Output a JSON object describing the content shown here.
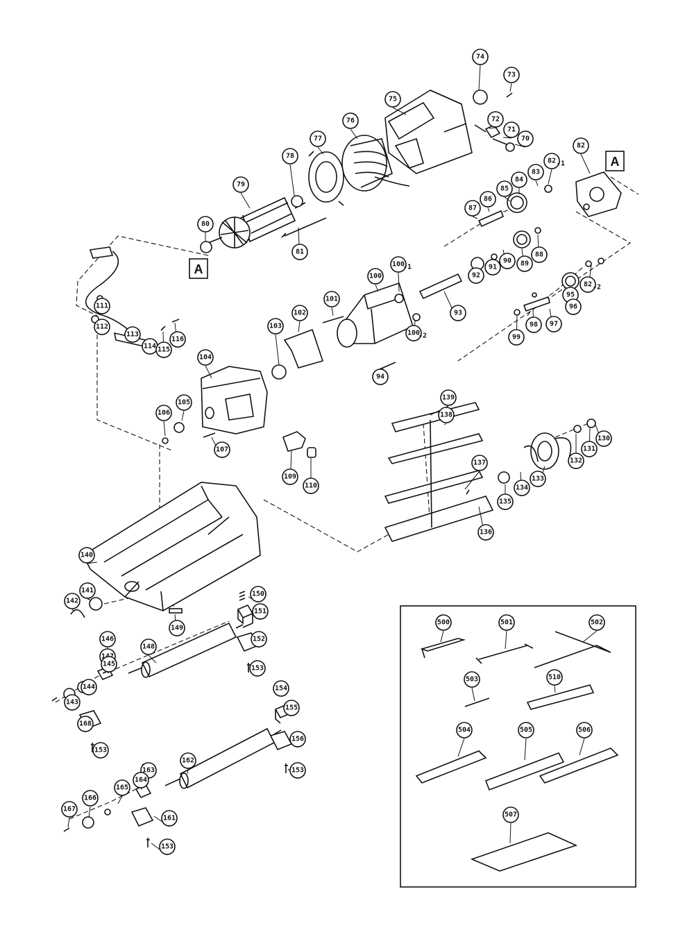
{
  "diagram": {
    "ref_marker": "A",
    "callouts": [
      {
        "num": "74"
      },
      {
        "num": "73"
      },
      {
        "num": "75"
      },
      {
        "num": "76"
      },
      {
        "num": "72"
      },
      {
        "num": "71"
      },
      {
        "num": "70"
      },
      {
        "num": "77"
      },
      {
        "num": "78"
      },
      {
        "num": "79"
      },
      {
        "num": "80"
      },
      {
        "num": "81"
      },
      {
        "num": "82"
      },
      {
        "num": "83"
      },
      {
        "num": "82",
        "suffix": "-1"
      },
      {
        "num": "84"
      },
      {
        "num": "85"
      },
      {
        "num": "86"
      },
      {
        "num": "87"
      },
      {
        "num": "88"
      },
      {
        "num": "89"
      },
      {
        "num": "90"
      },
      {
        "num": "91"
      },
      {
        "num": "92"
      },
      {
        "num": "93"
      },
      {
        "num": "95"
      },
      {
        "num": "82",
        "suffix": "-2"
      },
      {
        "num": "96"
      },
      {
        "num": "97"
      },
      {
        "num": "98"
      },
      {
        "num": "99"
      },
      {
        "num": "100"
      },
      {
        "num": "100",
        "suffix": "-1"
      },
      {
        "num": "100",
        "suffix": "-2"
      },
      {
        "num": "101"
      },
      {
        "num": "102"
      },
      {
        "num": "103"
      },
      {
        "num": "94"
      },
      {
        "num": "104"
      },
      {
        "num": "105"
      },
      {
        "num": "106"
      },
      {
        "num": "107"
      },
      {
        "num": "109"
      },
      {
        "num": "110"
      },
      {
        "num": "111"
      },
      {
        "num": "112"
      },
      {
        "num": "113"
      },
      {
        "num": "114"
      },
      {
        "num": "115"
      },
      {
        "num": "116"
      },
      {
        "num": "139"
      },
      {
        "num": "138"
      },
      {
        "num": "137"
      },
      {
        "num": "136"
      },
      {
        "num": "135"
      },
      {
        "num": "134"
      },
      {
        "num": "133"
      },
      {
        "num": "132"
      },
      {
        "num": "131"
      },
      {
        "num": "130"
      },
      {
        "num": "140"
      },
      {
        "num": "141"
      },
      {
        "num": "142"
      },
      {
        "num": "149"
      },
      {
        "num": "150"
      },
      {
        "num": "151"
      },
      {
        "num": "152"
      },
      {
        "num": "153"
      },
      {
        "num": "146"
      },
      {
        "num": "147"
      },
      {
        "num": "148"
      },
      {
        "num": "145"
      },
      {
        "num": "144"
      },
      {
        "num": "143"
      },
      {
        "num": "168"
      },
      {
        "num": "153"
      },
      {
        "num": "154"
      },
      {
        "num": "155"
      },
      {
        "num": "156"
      },
      {
        "num": "153"
      },
      {
        "num": "163"
      },
      {
        "num": "162"
      },
      {
        "num": "164"
      },
      {
        "num": "165"
      },
      {
        "num": "166"
      },
      {
        "num": "167"
      },
      {
        "num": "161"
      },
      {
        "num": "153"
      },
      {
        "num": "500"
      },
      {
        "num": "501"
      },
      {
        "num": "502"
      },
      {
        "num": "503"
      },
      {
        "num": "510"
      },
      {
        "num": "504"
      },
      {
        "num": "505"
      },
      {
        "num": "506"
      },
      {
        "num": "507"
      }
    ]
  }
}
